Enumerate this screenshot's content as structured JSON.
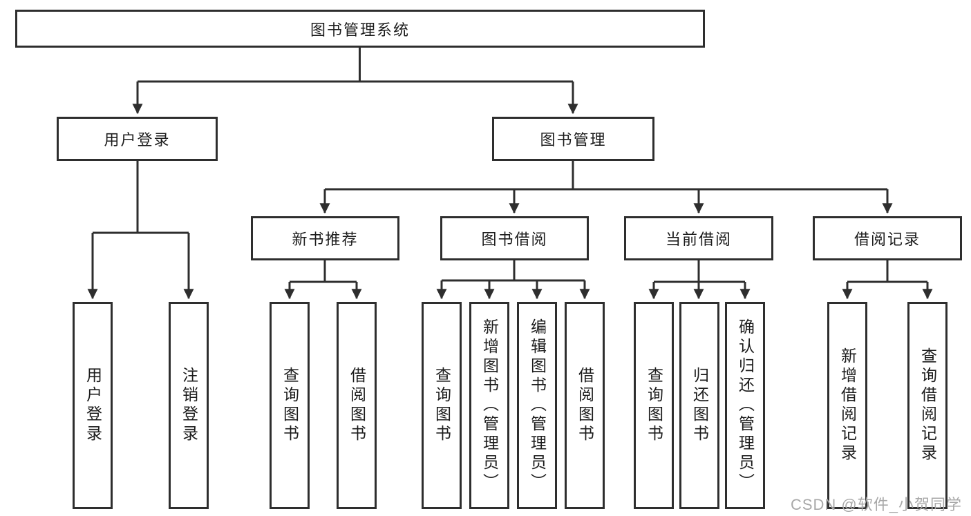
{
  "diagram": {
    "title": "图书管理系统",
    "nodes": {
      "root": {
        "label": "图书管理系统"
      },
      "user_login": {
        "label": "用户登录"
      },
      "book_mgmt": {
        "label": "图书管理"
      },
      "new_book_rec": {
        "label": "新书推荐"
      },
      "book_borrow": {
        "label": "图书借阅"
      },
      "current_borrow": {
        "label": "当前借阅"
      },
      "borrow_record": {
        "label": "借阅记录"
      },
      "leaf_user_login": {
        "label": "用户登录"
      },
      "leaf_logout_login": {
        "label": "注销登录"
      },
      "leaf_rec_query_book": {
        "label": "查询图书"
      },
      "leaf_rec_borrow_book": {
        "label": "借阅图书"
      },
      "leaf_bb_query_book": {
        "label": "查询图书"
      },
      "leaf_bb_add_book": {
        "label": "新增图书（管理员）"
      },
      "leaf_bb_edit_book": {
        "label": "编辑图书（管理员）"
      },
      "leaf_bb_borrow_book": {
        "label": "借阅图书"
      },
      "leaf_cb_query_book": {
        "label": "查询图书"
      },
      "leaf_cb_return_book": {
        "label": "归还图书"
      },
      "leaf_cb_confirm_return": {
        "label": "确认归还（管理员）"
      },
      "leaf_br_add_record": {
        "label": "新增借阅记录"
      },
      "leaf_br_query_record": {
        "label": "查询借阅记录"
      }
    }
  },
  "watermark": {
    "text": "CSDN @软件_小贺同学",
    "color": "#a8a8a8"
  },
  "colors": {
    "line": "#2e2e2e",
    "box_border": "#2e2e2e",
    "text": "#1c1c1c",
    "background": "#ffffff"
  }
}
